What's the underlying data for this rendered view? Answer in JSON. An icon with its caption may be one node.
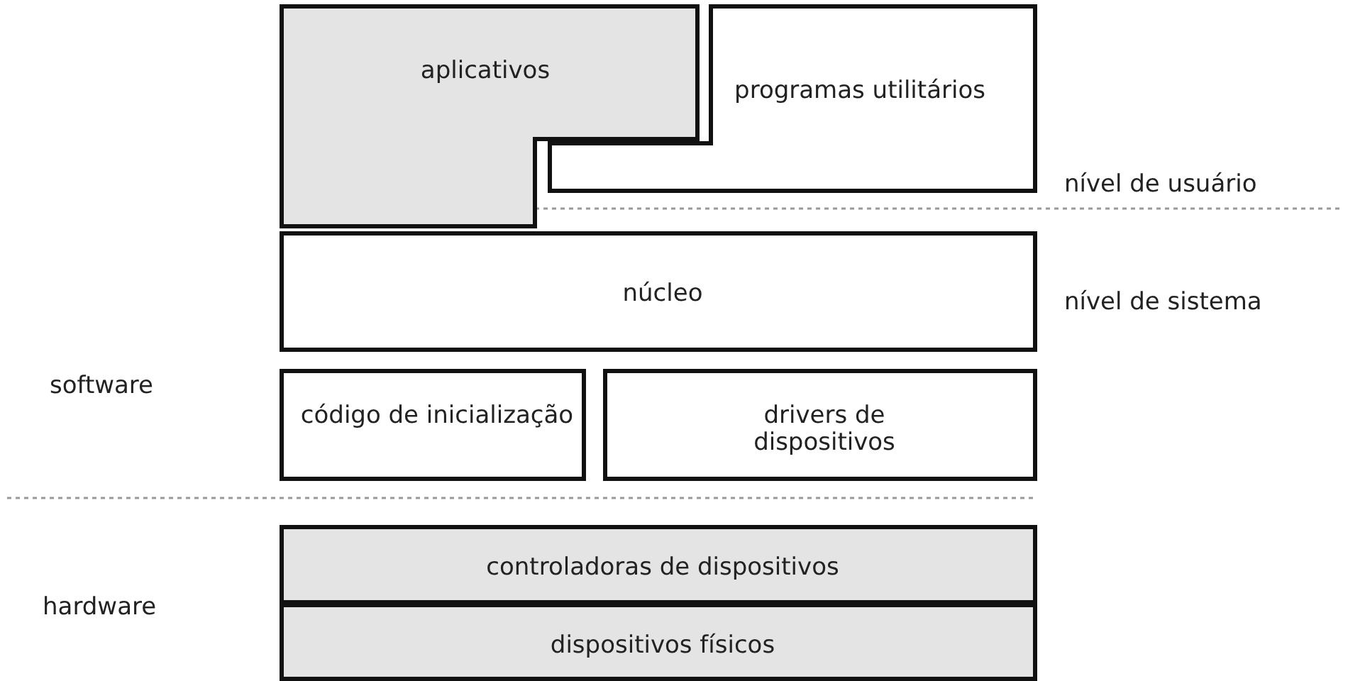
{
  "diagram": {
    "nodes": [
      {
        "text": [
          "aplicativos"
        ]
      },
      {
        "text": [
          "programas utilitários"
        ]
      },
      {
        "text": [
          "núcleo"
        ]
      },
      {
        "text": [
          "código de inicialização"
        ]
      },
      {
        "text": [
          "drivers de dispositivos"
        ]
      },
      {
        "text": [
          "controladoras de dispositivos"
        ]
      },
      {
        "text": [
          "dispositivos físicos"
        ]
      }
    ],
    "edges": [],
    "labels": [
      "nível de usuário",
      "nível de sistema",
      "software",
      "hardware"
    ]
  }
}
